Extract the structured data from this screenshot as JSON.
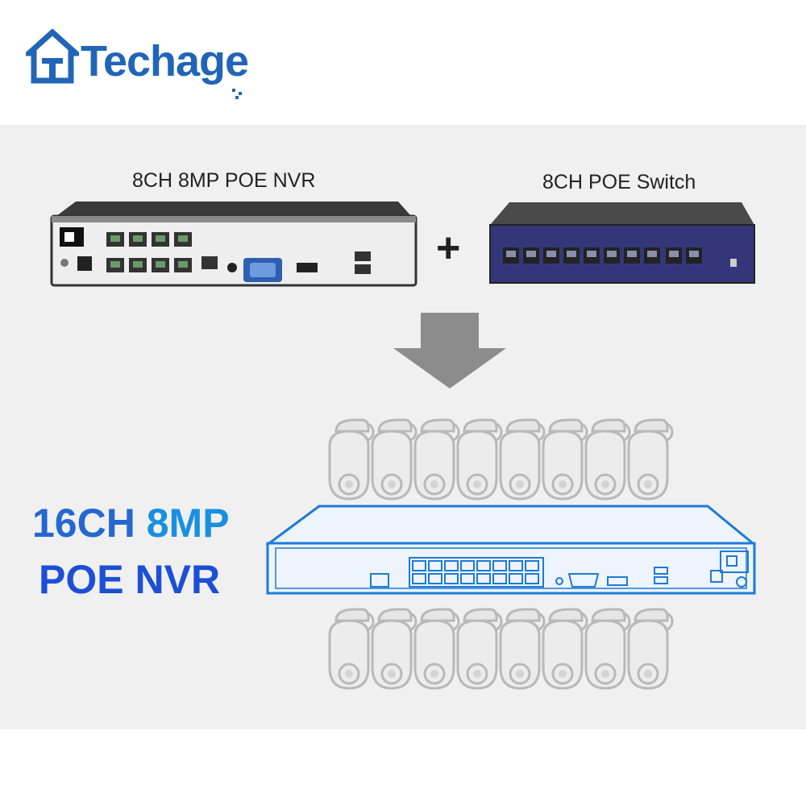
{
  "brand": {
    "name": "Techage",
    "logo_icon": "house-logo-icon",
    "color": "#2165b8"
  },
  "products": {
    "nvr8": {
      "label": "8CH 8MP POE NVR"
    },
    "switch": {
      "label": "8CH POE Switch"
    }
  },
  "operator": "+",
  "result": {
    "line1_part1": "16CH",
    "line1_part2": "8MP",
    "line2": "POE NVR",
    "colors": {
      "primary": "#1c4fd6",
      "accent": "#1a8fe0"
    }
  },
  "cameras": {
    "count_top_row": 8,
    "count_bottom_row": 8
  }
}
